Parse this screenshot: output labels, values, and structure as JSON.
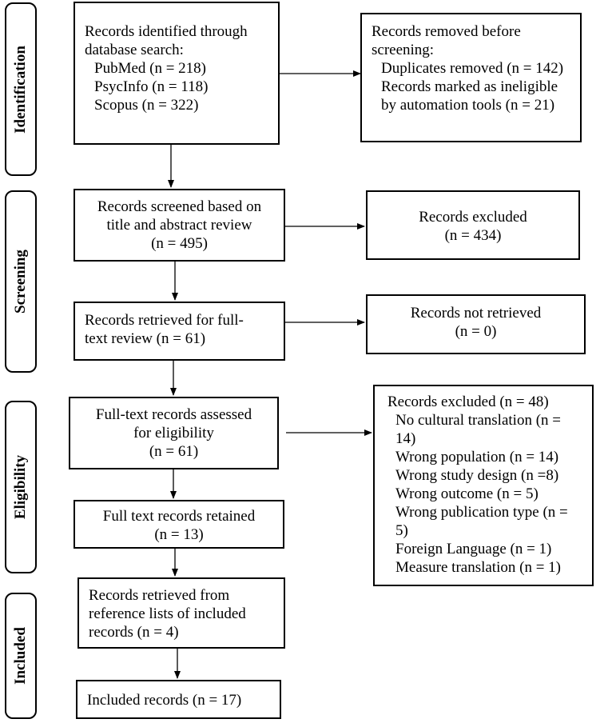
{
  "stages": {
    "identification": "Identification",
    "screening": "Screening",
    "eligibility": "Eligibility",
    "included": "Included"
  },
  "identified": {
    "line1": "Records identified through",
    "line2": "database search:",
    "line3": "PubMed (n = 218)",
    "line4": "PsycInfo (n = 118)",
    "line5": "Scopus (n = 322)"
  },
  "removed_before": {
    "line1": "Records removed before",
    "line2": "screening:",
    "line3": "Duplicates removed (n = 142)",
    "line4": "Records marked as ineligible",
    "line5": "by automation tools (n = 21)"
  },
  "screened": {
    "line1": "Records screened based on",
    "line2": "title and abstract review",
    "line3": "(n = 495)"
  },
  "excluded_screen": {
    "line1": "Records excluded",
    "line2": "(n = 434)"
  },
  "retrieved": {
    "line1": "Records retrieved for full-",
    "line2": "text review (n = 61)"
  },
  "not_retrieved": {
    "line1": "Records not retrieved",
    "line2": "(n = 0)"
  },
  "assessed": {
    "line1": "Full-text records assessed",
    "line2": "for eligibility",
    "line3": "(n = 61)"
  },
  "excluded_full": {
    "line1": "Records excluded (n = 48)",
    "line2": "No cultural translation (n =",
    "line3": "14)",
    "line4": "Wrong population (n = 14)",
    "line5": "Wrong study design (n =8)",
    "line6": "Wrong outcome (n = 5)",
    "line7": "Wrong publication type (n =",
    "line8": "5)",
    "line9": "Foreign Language (n = 1)",
    "line10": "Measure translation (n = 1)"
  },
  "retained": {
    "line1": "Full text records retained",
    "line2": "(n = 13)"
  },
  "reference_lists": {
    "line1": "Records retrieved from",
    "line2": "reference lists of included",
    "line3": "records (n = 4)"
  },
  "included_records": {
    "line1": "Included records (n = 17)"
  }
}
